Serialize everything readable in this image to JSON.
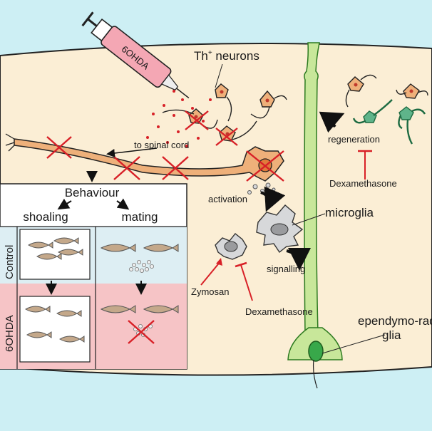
{
  "labels": {
    "drug": "6OHDA",
    "th_neurons": "Th",
    "th_plus": "+",
    "th_neurons_suffix": " neurons",
    "to_spinal_cord": "to spinal cord",
    "activation": "activation",
    "microglia": "microglia",
    "signalling": "signalling",
    "zymosan": "Zymosan",
    "dexamethasone_lower": "Dexamethasone",
    "dexamethasone_upper": "Dexamethasone",
    "regeneration": "regeneration",
    "ependymo_line1": "ependymo-radial",
    "ependymo_line2": "glia"
  },
  "behaviour_panel": {
    "title": "Behaviour",
    "col_shoaling": "shoaling",
    "col_mating": "mating",
    "row_control": "Control",
    "row_6ohda": "6OHDA"
  },
  "colors": {
    "tissue": "#fbeed5",
    "fluid": "#cdeff4",
    "control_bg": "#ddeef3",
    "ohda_bg": "#f6c4c6",
    "neuron": "#eeb07a",
    "new_neuron": "#5fb48a",
    "glia": "#c8e79a",
    "microglia": "#d7d8da",
    "inhibit_red": "#d82027",
    "syringe": "#f4a7b4"
  }
}
